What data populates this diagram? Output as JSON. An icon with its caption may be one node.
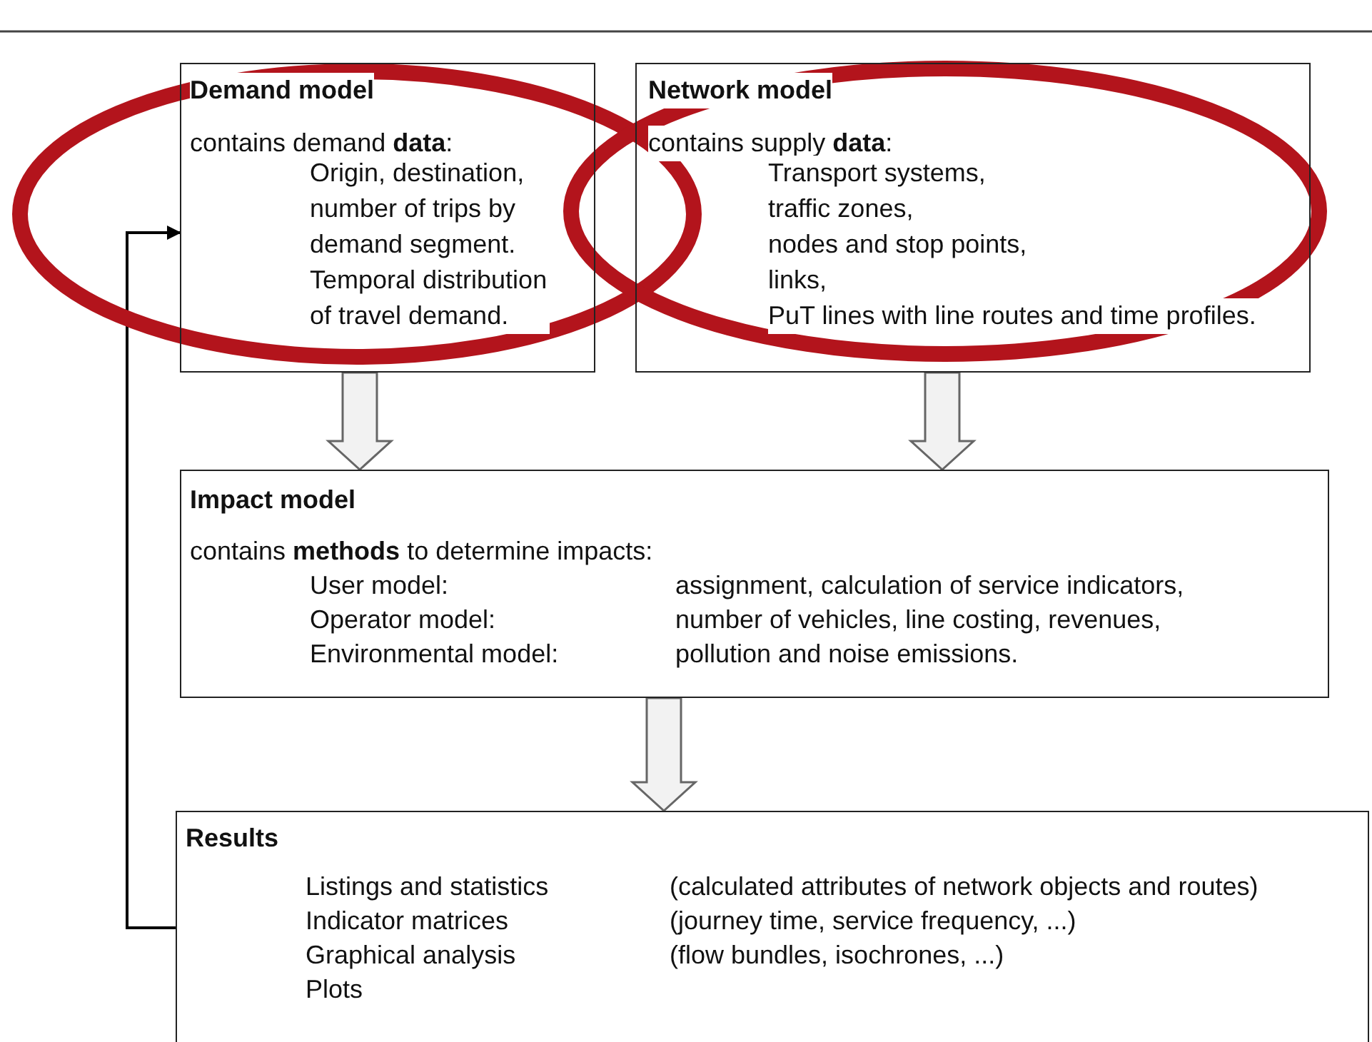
{
  "diagram": {
    "nodes": [
      {
        "text": [
          "Demand model",
          "contains demand **data**:",
          "Origin, destination, number of trips by demand segment.",
          "Temporal distribution of travel demand."
        ]
      },
      {
        "text": [
          "Network model",
          "contains supply **data**:",
          "Transport systems,",
          "traffic zones,",
          "nodes and stop points,",
          "links,",
          "PuT lines with line routes and time profiles."
        ]
      },
      {
        "text": [
          "Impact model",
          "contains **methods** to determine impacts:",
          "User model:",
          "assignment, calculation of service indicators,",
          "Operator model:",
          "number of vehicles, line costing, revenues,",
          "Environmental model:",
          "pollution and noise emissions."
        ]
      },
      {
        "text": [
          "Results",
          "Listings and statistics",
          "(calculated attributes of network objects and routes)",
          "Indicator matrices",
          "(journey time, service frequency, ...)",
          "Graphical analysis",
          "(flow bundles, isochrones, ...)",
          "Plots"
        ]
      }
    ],
    "edges": [
      {
        "from": 0,
        "to": 2,
        "arrow": "to",
        "style": "thick"
      },
      {
        "from": 1,
        "to": 2,
        "arrow": "to",
        "style": "thick"
      },
      {
        "from": 2,
        "to": 3,
        "arrow": "to",
        "style": "thick"
      },
      {
        "from": 3,
        "to": 0,
        "arrow": "to"
      }
    ]
  }
}
